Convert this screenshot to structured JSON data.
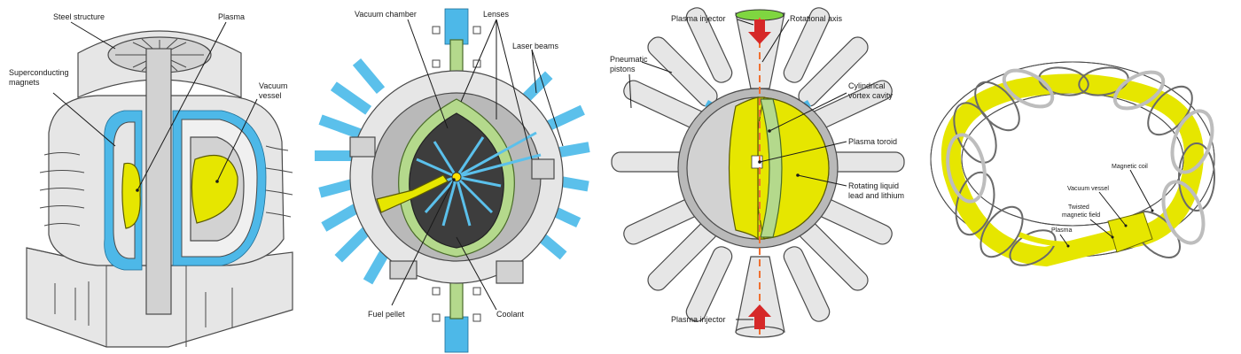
{
  "panels": [
    {
      "id": "tokamak",
      "labels": {
        "steel_structure": "Steel structure",
        "plasma": "Plasma",
        "superconducting_magnets_1": "Superconducting",
        "superconducting_magnets_2": "magnets",
        "vacuum_vessel_1": "Vacuum",
        "vacuum_vessel_2": "vessel"
      }
    },
    {
      "id": "laser-inertial",
      "labels": {
        "vacuum_chamber": "Vacuum chamber",
        "lenses": "Lenses",
        "laser_beams": "Laser beams",
        "fuel_pellet": "Fuel pellet",
        "coolant": "Coolant"
      }
    },
    {
      "id": "magnetized-target",
      "labels": {
        "plasma_injector_top": "Plasma injector",
        "rotational_axis": "Rotational axis",
        "pneumatic_pistons_1": "Pneumatic",
        "pneumatic_pistons_2": "pistons",
        "cylindrical_vortex_1": "Cylindrical",
        "cylindrical_vortex_2": "vortex cavity",
        "plasma_toroid": "Plasma toroid",
        "rotating_liquid_1": "Rotating liquid",
        "rotating_liquid_2": "lead and lithium",
        "plasma_injector_bottom": "Plasma injector"
      }
    },
    {
      "id": "stellarator",
      "labels": {
        "magnetic_coil": "Magnetic coil",
        "vacuum_vessel": "Vacuum vessel",
        "twisted_field_1": "Twisted",
        "twisted_field_2": "magnetic field",
        "plasma": "Plasma"
      }
    }
  ],
  "colors": {
    "plasma_yellow": "#e6e600",
    "magnet_blue": "#4db8e8",
    "coolant_green": "#b4d98c",
    "arrow_red": "#d62828",
    "axis_orange": "#f07030"
  }
}
